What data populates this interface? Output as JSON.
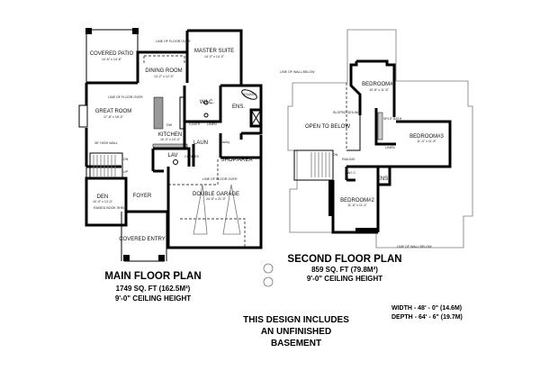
{
  "main_floor": {
    "title": "MAIN FLOOR PLAN",
    "area": "1749 SQ. FT (162.5M²)",
    "ceiling": "9'-0\" CEILING HEIGHT",
    "rooms": {
      "covered_patio": {
        "name": "COVERED PATIO",
        "dim": "14'-6\" x 14'-6\""
      },
      "dining_room": {
        "name": "DINING ROOM",
        "dim": "13'-2\" x 12'-0\""
      },
      "master_suite": {
        "name": "MASTER SUITE",
        "dim": "14'-0\" x 14'-0\""
      },
      "great_room": {
        "name": "GREAT ROOM",
        "dim": "17'-8\" x 18'-0\""
      },
      "kitchen": {
        "name": "KITCHEN",
        "dim": "10'-0\" x 10'-0\""
      },
      "wic": {
        "name": "W.I.C."
      },
      "ens": {
        "name": "ENS."
      },
      "laun": {
        "name": "LAUN"
      },
      "lav": {
        "name": "LAV"
      },
      "pantry": {
        "name": "Pantry"
      },
      "cubbies": {
        "name": "CUBBIES"
      },
      "shop_area": {
        "name": "SHOP/AREA"
      },
      "double_garage": {
        "name": "DOUBLE GARAGE",
        "dim": "24'-8\" x 21'-0\""
      },
      "den": {
        "name": "DEN",
        "dim": "10'-0\" x 13'-0\""
      },
      "foyer": {
        "name": "FOYER"
      },
      "covered_entry": {
        "name": "COVERED ENTRY"
      }
    },
    "notes": {
      "floor_over_1": "LINE OF FLOOR OVER",
      "floor_over_2": "LINE OF FLOOR OVER",
      "floor_over_3": "LINE OF FLOOR OVER",
      "wall_36": "36\" HIGH WALL",
      "raised_shelf": "RAISED BOOK SHELF",
      "dn": "DN",
      "up": "UP",
      "dw": "DW",
      "coats": "COATS",
      "linen": "LINEN",
      "soaker": "SOAKER"
    }
  },
  "second_floor": {
    "title": "SECOND FLOOR PLAN",
    "area": "859 SQ. FT (79.8M²)",
    "ceiling": "9'-0\" CEILING HEIGHT",
    "rooms": {
      "bedroom4": {
        "name": "BEDROOM#4",
        "dim": "10'-8\" x 11'-6\""
      },
      "bedroom3": {
        "name": "BEDROOM#3",
        "dim": "11'-4\" x 11'-8\""
      },
      "bedroom2": {
        "name": "BEDROOM#2",
        "dim": "11'-8\" x 11'-4\""
      },
      "open_to_below": {
        "name": "OPEN TO BELOW"
      },
      "split_bath": {
        "name": "SPLIT BATH"
      },
      "wic": {
        "name": "W.I.C."
      },
      "ens": {
        "name": "ENS"
      },
      "linen": {
        "name": "LINEN"
      }
    },
    "notes": {
      "wall_below_1": "LINE OF WALL BELOW",
      "wall_below_2": "LINE OF WALL BELOW",
      "sloped_ceiling": "SLOPED CEILING",
      "railing": "RAILING",
      "dn": "DN"
    }
  },
  "basement_note": [
    "THIS DESIGN INCLUDES",
    "AN UNFINISHED",
    "BASEMENT"
  ],
  "dimensions": {
    "width": "WIDTH - 48' - 0\" (14.6M)",
    "depth": "DEPTH - 64' - 6\" (19.7M)"
  }
}
